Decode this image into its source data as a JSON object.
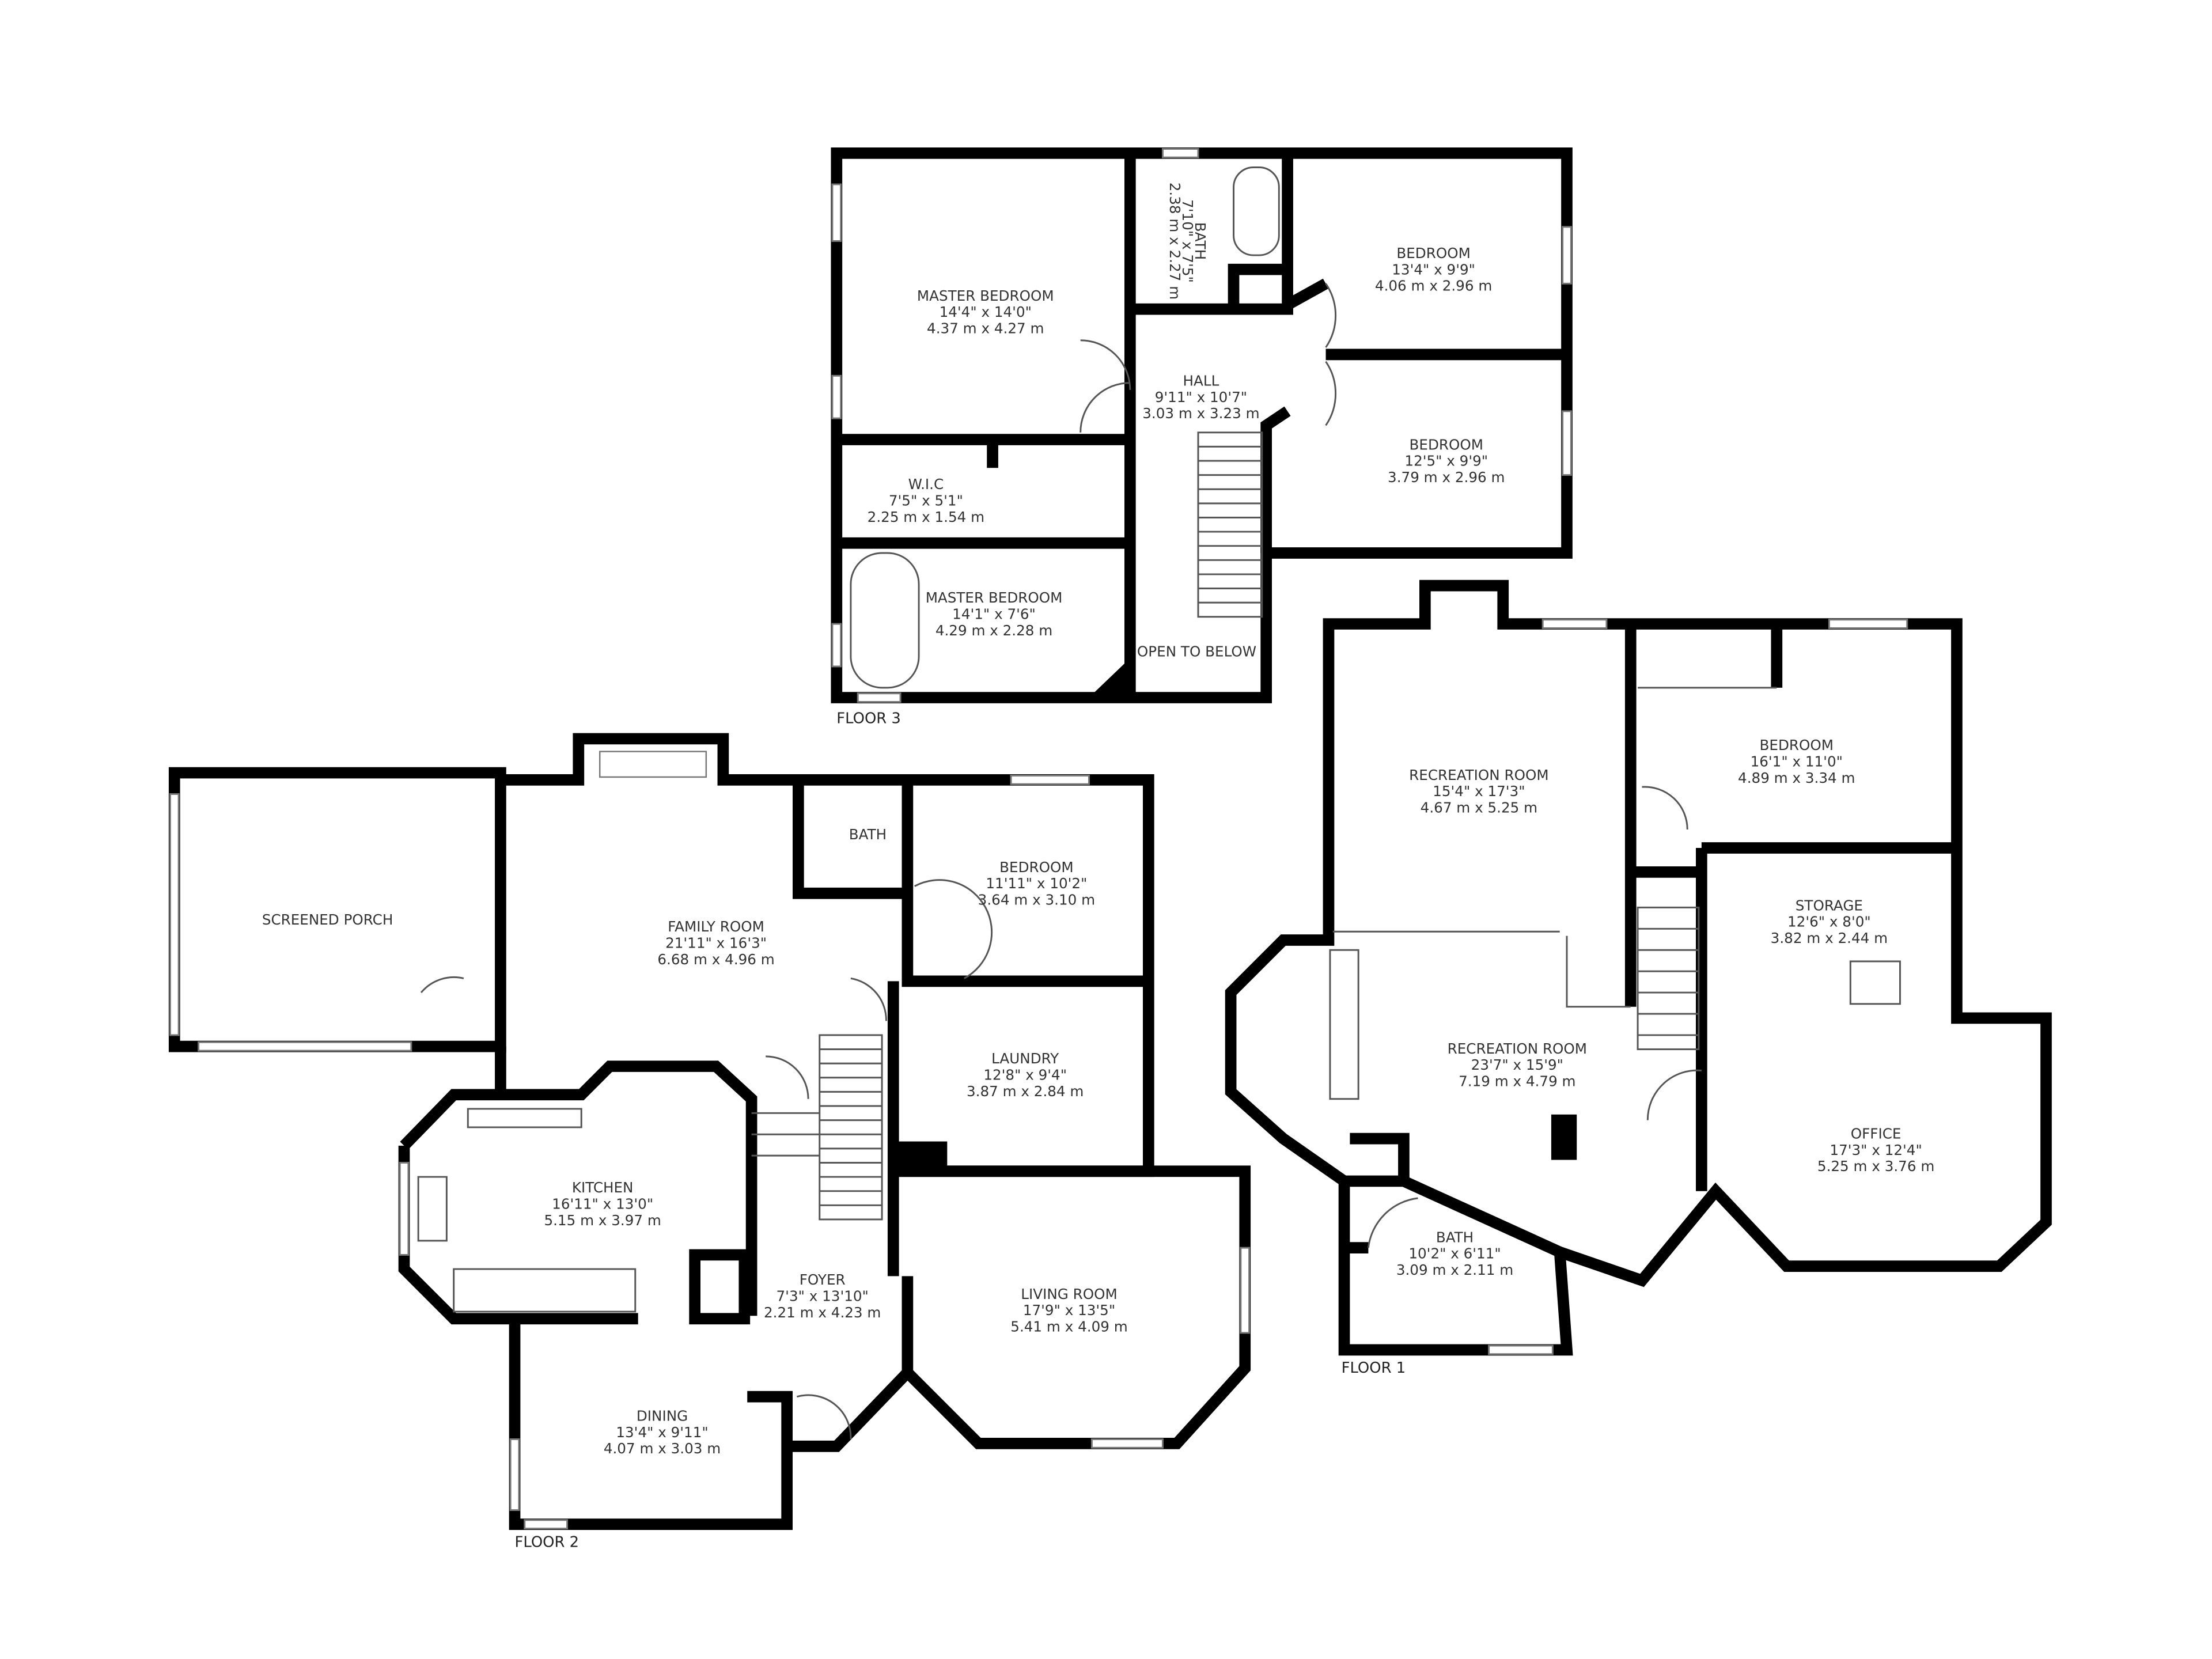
{
  "floors": [
    {
      "label": "FLOOR 3",
      "rooms": [
        {
          "name": "MASTER BEDROOM",
          "imperial": "14'4\" x 14'0\"",
          "metric": "4.37 m x 4.27 m"
        },
        {
          "name": "BATH",
          "imperial": "7'10\" x 7'5\"",
          "metric": "2.38 m x 2.27 m"
        },
        {
          "name": "BEDROOM",
          "imperial": "13'4\" x 9'9\"",
          "metric": "4.06 m x 2.96 m"
        },
        {
          "name": "HALL",
          "imperial": "9'11\" x 10'7\"",
          "metric": "3.03 m x 3.23 m"
        },
        {
          "name": "BEDROOM",
          "imperial": "12'5\" x 9'9\"",
          "metric": "3.79 m x 2.96 m"
        },
        {
          "name": "W.I.C",
          "imperial": "7'5\" x 5'1\"",
          "metric": "2.25 m x 1.54 m"
        },
        {
          "name": "MASTER BEDROOM",
          "imperial": "14'1\" x 7'6\"",
          "metric": "4.29 m x 2.28 m"
        },
        {
          "name": "OPEN TO BELOW"
        }
      ]
    },
    {
      "label": "FLOOR 2",
      "rooms": [
        {
          "name": "SCREENED PORCH"
        },
        {
          "name": "FAMILY ROOM",
          "imperial": "21'11\" x 16'3\"",
          "metric": "6.68 m x 4.96 m"
        },
        {
          "name": "BATH"
        },
        {
          "name": "BEDROOM",
          "imperial": "11'11\" x 10'2\"",
          "metric": "3.64 m x 3.10 m"
        },
        {
          "name": "LAUNDRY",
          "imperial": "12'8\" x 9'4\"",
          "metric": "3.87 m x 2.84 m"
        },
        {
          "name": "KITCHEN",
          "imperial": "16'11\" x 13'0\"",
          "metric": "5.15 m x 3.97 m"
        },
        {
          "name": "FOYER",
          "imperial": "7'3\" x 13'10\"",
          "metric": "2.21 m x 4.23 m"
        },
        {
          "name": "LIVING ROOM",
          "imperial": "17'9\" x 13'5\"",
          "metric": "5.41 m x 4.09 m"
        },
        {
          "name": "DINING",
          "imperial": "13'4\" x 9'11\"",
          "metric": "4.07 m x 3.03 m"
        }
      ]
    },
    {
      "label": "FLOOR 1",
      "rooms": [
        {
          "name": "RECREATION ROOM",
          "imperial": "15'4\" x 17'3\"",
          "metric": "4.67 m x 5.25 m"
        },
        {
          "name": "BEDROOM",
          "imperial": "16'1\" x 11'0\"",
          "metric": "4.89 m x 3.34 m"
        },
        {
          "name": "STORAGE",
          "imperial": "12'6\" x 8'0\"",
          "metric": "3.82 m x 2.44 m"
        },
        {
          "name": "RECREATION ROOM",
          "imperial": "23'7\" x 15'9\"",
          "metric": "7.19 m x 4.79 m"
        },
        {
          "name": "OFFICE",
          "imperial": "17'3\" x 12'4\"",
          "metric": "5.25 m x 3.76 m"
        },
        {
          "name": "BATH",
          "imperial": "10'2\" x 6'11\"",
          "metric": "3.09 m x 2.11 m"
        }
      ]
    }
  ]
}
